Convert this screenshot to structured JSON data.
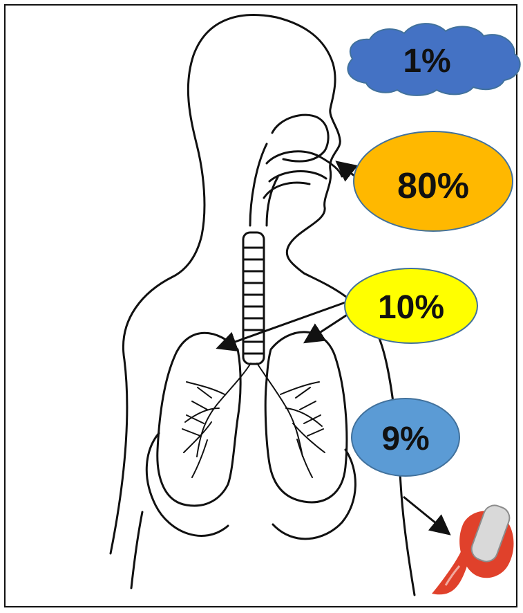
{
  "labels": {
    "exhaled": "1%",
    "oropharynx": "80%",
    "lungs": "10%",
    "device": "9%"
  },
  "colors": {
    "cloud": "#4472C4",
    "oropharynx": "#FFB800",
    "lungs": "#FFFF00",
    "device": "#5B9BD5",
    "outline": "#111111",
    "bubble_border": "#41719C",
    "inhaler_body": "#E0412B",
    "inhaler_canister": "#D9D9D9"
  },
  "icons": {
    "cloud": "cloud-shape",
    "inhaler": "inhaler-icon",
    "respiratory": "respiratory-system-outline"
  }
}
